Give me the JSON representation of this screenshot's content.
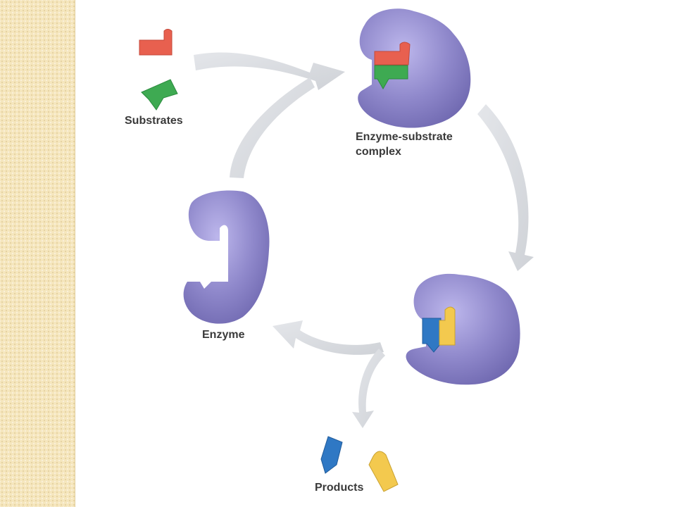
{
  "labels": {
    "substrates": "Substrates",
    "complex_line1": "Enzyme-substrate",
    "complex_line2": "complex",
    "enzyme": "Enzyme",
    "products": "Products"
  },
  "colors": {
    "background": "#ffffff",
    "side_strip": "#f5e6bd",
    "enzyme": "#8e86c9",
    "arrow": "#d6d8dc",
    "substrate_red": "#e8604f",
    "substrate_green": "#3eaa52",
    "product_blue": "#2f78c4",
    "product_yellow": "#f3c94e",
    "text": "#3a3a3a"
  },
  "icons": [
    "side-strip-texture",
    "enzyme-shape",
    "substrate-red",
    "substrate-green",
    "product-blue",
    "product-yellow",
    "cycle-arrows"
  ]
}
